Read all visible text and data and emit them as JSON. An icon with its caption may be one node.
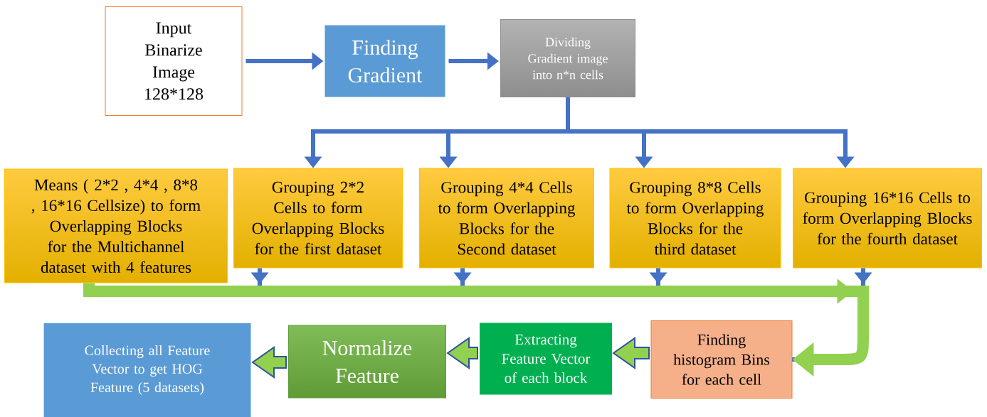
{
  "diagram": {
    "nodes": [
      {
        "text": [
          "Input Binarize Image 128*128"
        ]
      },
      {
        "text": [
          "Finding Gradient"
        ]
      },
      {
        "text": [
          "Dividing Gradient image into n*n cells"
        ]
      },
      {
        "text": [
          "Means ( 2*2 , 4*4 , 8*8 , 16*16 Cellsize) to form Overlapping Blocks for the Multichannel dataset with 4 features"
        ]
      },
      {
        "text": [
          "Grouping 2*2 Cells to form Overlapping Blocks for the first dataset"
        ]
      },
      {
        "text": [
          "Grouping 4*4 Cells to form Overlapping Blocks for the Second dataset"
        ]
      },
      {
        "text": [
          "Grouping 8*8 Cells to form Overlapping Blocks for the third dataset"
        ]
      },
      {
        "text": [
          "Grouping 16*16 Cells to form Overlapping Blocks for the fourth dataset"
        ]
      },
      {
        "text": [
          "Finding histogram Bins for each cell"
        ]
      },
      {
        "text": [
          "Extracting Feature Vector of each block"
        ]
      },
      {
        "text": [
          "Normalize Feature"
        ]
      },
      {
        "text": [
          "Collecting all Feature Vector to get HOG Feature (5 datasets)"
        ]
      }
    ],
    "edges": [
      {
        "from": 0,
        "to": 1,
        "arrow": "to"
      },
      {
        "from": 1,
        "to": 2,
        "arrow": "to"
      },
      {
        "from": 2,
        "to": 4,
        "arrow": "to"
      },
      {
        "from": 2,
        "to": 5,
        "arrow": "to"
      },
      {
        "from": 2,
        "to": 6,
        "arrow": "to"
      },
      {
        "from": 2,
        "to": 7,
        "arrow": "to"
      },
      {
        "from": 4,
        "to": 8,
        "arrow": "to"
      },
      {
        "from": 5,
        "to": 8,
        "arrow": "to"
      },
      {
        "from": 6,
        "to": 8,
        "arrow": "to"
      },
      {
        "from": 7,
        "to": 8,
        "arrow": "to"
      },
      {
        "from": 3,
        "to": 8,
        "arrow": "to",
        "style": "thick",
        "color": "#92d050"
      },
      {
        "from": 8,
        "to": 9,
        "arrow": "to",
        "style": "thick",
        "color": "#92d050"
      },
      {
        "from": 9,
        "to": 10,
        "arrow": "to",
        "style": "thick",
        "color": "#92d050"
      },
      {
        "from": 10,
        "to": 11,
        "arrow": "to",
        "style": "thick",
        "color": "#92d050"
      }
    ]
  }
}
